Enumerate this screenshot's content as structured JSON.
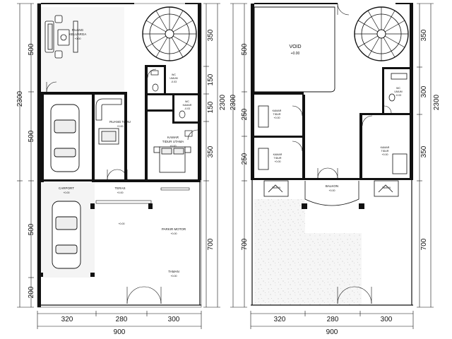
{
  "ground_floor": {
    "rooms": {
      "ruang_keluarga": {
        "name": "RUANG",
        "name2": "KELUARGA",
        "level": "+0.00"
      },
      "wc_umum": {
        "name": "WC",
        "name2": "UMUM",
        "level": "-0.03"
      },
      "wc_kamar": {
        "name": "WC",
        "name2": "KAMAR",
        "level": "-0.03"
      },
      "ruang_tamu": {
        "name": "RUANG TAMU",
        "level": "+0.00"
      },
      "kamar_tidur_utama": {
        "name": "KAMAR",
        "name2": "TIDUR UTAMA",
        "level": "+0.00"
      },
      "carport": {
        "name": "CARPORT",
        "level": "+0.00"
      },
      "teras": {
        "name": "TERAS",
        "level": "+0.00"
      },
      "center": {
        "level": "+0.00"
      },
      "parkir_motor": {
        "name": "PARKIR MOTOR",
        "level": "+0.00"
      },
      "taman": {
        "name": "TAMAN",
        "level": "+0.00"
      }
    },
    "dims_left": [
      "500",
      "2300",
      "500",
      "500",
      "200"
    ],
    "dims_right": [
      "350",
      "150",
      "150",
      "2300",
      "350",
      "700"
    ],
    "dims_bottom": [
      "320",
      "280",
      "300"
    ],
    "dim_total": "900"
  },
  "upper_floor": {
    "rooms": {
      "void": {
        "name": "VOID",
        "level": "+0.00"
      },
      "wc_umum": {
        "name": "WC",
        "name2": "UMUM",
        "level": "-0.03"
      },
      "kamar_tidur_1": {
        "name": "KAMAR",
        "name2": "TIDUR",
        "level": "+0.00"
      },
      "kamar_tidur_2": {
        "name": "KAMAR",
        "name2": "TIDUR",
        "level": "+0.00"
      },
      "kamar_tidur_3": {
        "name": "KAMAR",
        "name2": "TIDUR",
        "level": "+0.00"
      },
      "taman_left": {
        "name": "TAMAN"
      },
      "balkon": {
        "name": "BALKON",
        "level": "+0.00"
      },
      "taman_right": {
        "name": "TAMAN"
      }
    },
    "dims_left": [
      "500",
      "2300",
      "250",
      "250",
      "700"
    ],
    "dims_right": [
      "350",
      "300",
      "2300",
      "350",
      "700"
    ],
    "dims_bottom": [
      "320",
      "280",
      "300"
    ],
    "dim_total": "900"
  }
}
